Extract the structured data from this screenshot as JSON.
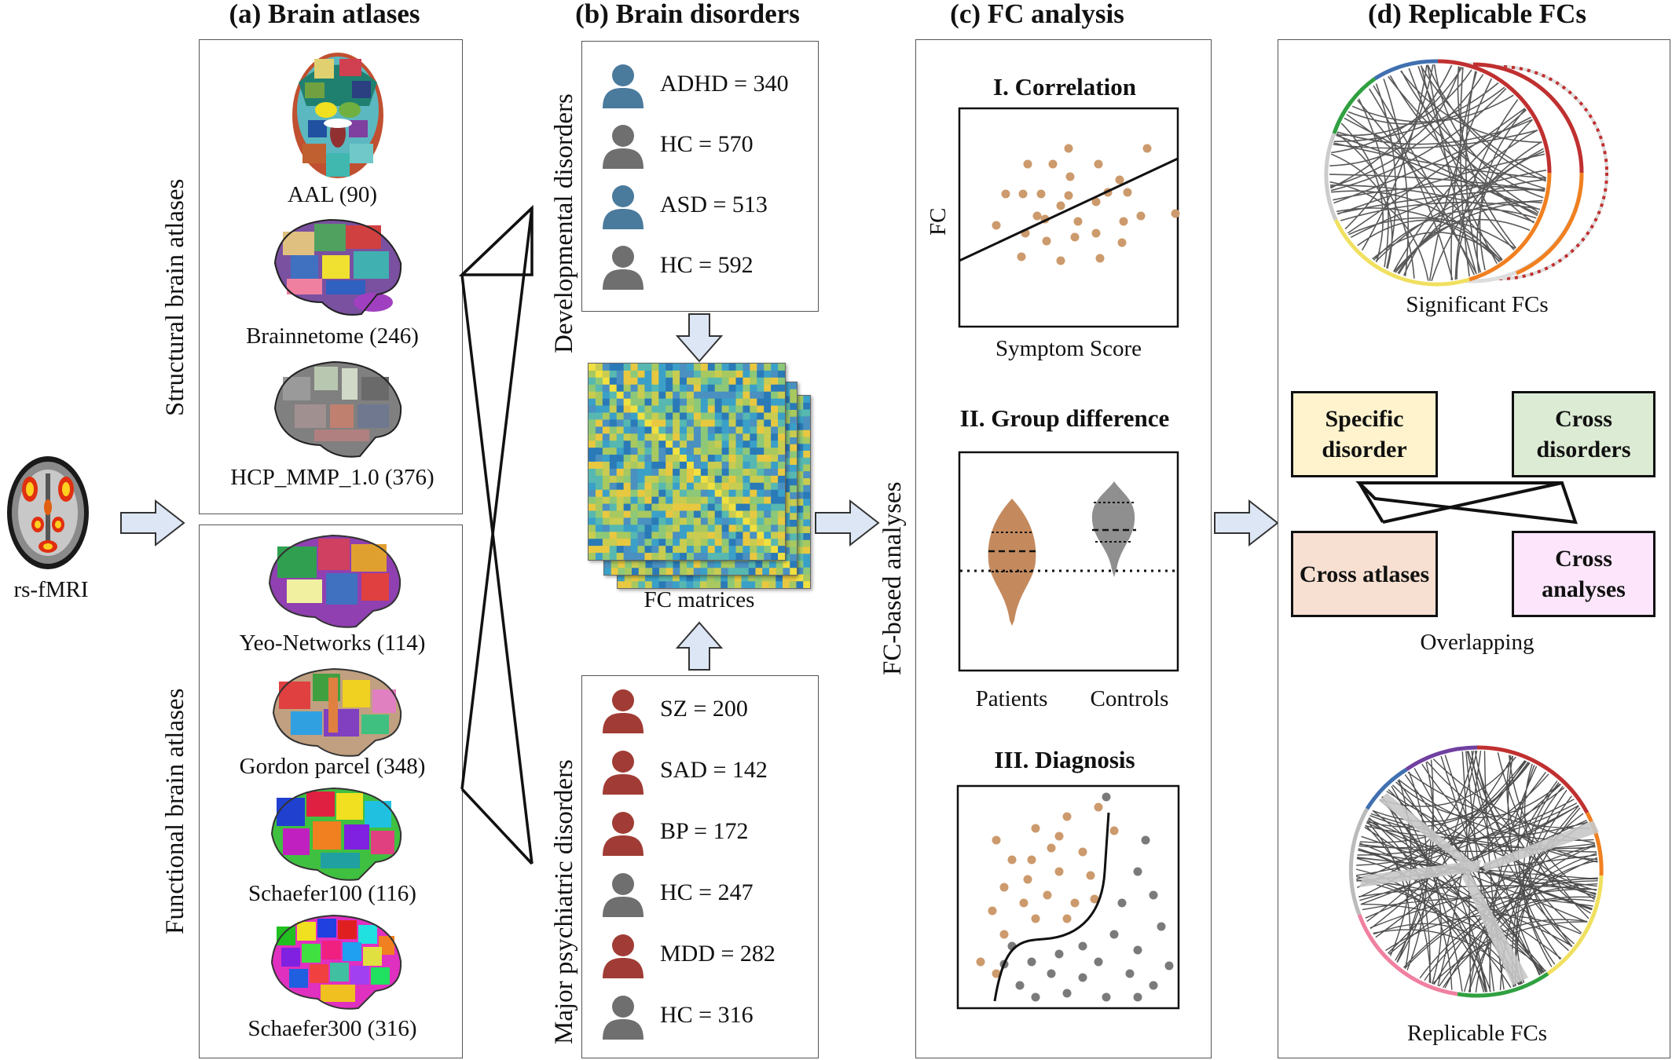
{
  "sections": {
    "a": "(a) Brain atlases",
    "b": "(b) Brain disorders",
    "c": "(c) FC analysis",
    "d": "(d) Replicable FCs"
  },
  "input": {
    "label": "rs-fMRI"
  },
  "atlases": {
    "structural_label": "Structural brain atlases",
    "functional_label": "Functional brain atlases",
    "structural": [
      {
        "name": "AAL (90)"
      },
      {
        "name": "Brainnetome (246)"
      },
      {
        "name": "HCP_MMP_1.0 (376)"
      }
    ],
    "functional": [
      {
        "name": "Yeo-Networks (114)"
      },
      {
        "name": "Gordon parcel (348)"
      },
      {
        "name": "Schaefer100 (116)"
      },
      {
        "name": "Schaefer300 (316)"
      }
    ]
  },
  "disorders": {
    "developmental_label": "Developmental disorders",
    "psychiatric_label": "Major psychiatric disorders",
    "developmental": [
      {
        "label": "ADHD = 340",
        "kind": "patient"
      },
      {
        "label": "HC = 570",
        "kind": "control"
      },
      {
        "label": "ASD = 513",
        "kind": "patient"
      },
      {
        "label": "HC = 592",
        "kind": "control"
      }
    ],
    "psychiatric": [
      {
        "label": "SZ = 200",
        "kind": "patient"
      },
      {
        "label": "SAD = 142",
        "kind": "patient"
      },
      {
        "label": "BP = 172",
        "kind": "patient"
      },
      {
        "label": "HC = 247",
        "kind": "control"
      },
      {
        "label": "MDD = 282",
        "kind": "patient"
      },
      {
        "label": "HC = 316",
        "kind": "control"
      }
    ],
    "matrices_label": "FC matrices"
  },
  "analysis": {
    "side_label": "FC-based analyses",
    "correlation": {
      "title": "I. Correlation",
      "ylabel": "FC",
      "xlabel": "Symptom Score"
    },
    "group": {
      "title": "II. Group difference",
      "patients": "Patients",
      "controls": "Controls"
    },
    "diagnosis": {
      "title": "III. Diagnosis"
    }
  },
  "replicable": {
    "significant_label": "Significant FCs",
    "overlap_label": "Overlapping",
    "final_label": "Replicable FCs",
    "boxes": {
      "specific": "Specific disorder",
      "cross_disorders": "Cross disorders",
      "cross_atlases": "Cross atlases",
      "cross_analyses": "Cross analyses"
    }
  },
  "colors": {
    "arrow_fill": "#dde6f5",
    "arrow_stroke": "#333333",
    "patient_dev": "#4a7a9c",
    "patient_psy": "#a03c35",
    "control": "#6f6f6f",
    "dot_patient": "#cc9a6c",
    "dot_control": "#7a7a7a",
    "box_specific": "#fff3cd",
    "box_cross_disorders": "#dcebd4",
    "box_cross_atlases": "#f7e0d2",
    "box_cross_analyses": "#fde6fb"
  }
}
